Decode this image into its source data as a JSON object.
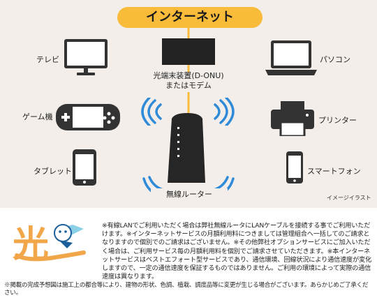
{
  "diagram": {
    "internet_label": "インターネット",
    "onu_label_line1": "光端末装置(D-ONU)",
    "onu_label_line2": "またはモデム",
    "router_label": "無線ルーター",
    "image_credit": "イメージイラスト",
    "devices": {
      "tv": "テレビ",
      "game": "ゲーム機",
      "tablet": "タブレット",
      "pc": "パソコン",
      "printer": "プリンター",
      "phone": "スマートフォン"
    },
    "colors": {
      "accent": "#f8bc3a",
      "background": "#f3eeea",
      "wifi": "#2f8bd8",
      "device": "#333333"
    }
  },
  "notes": {
    "main": "※有線LANでご利用いただく場合は弊社無線ルータにLANケーブルを接続する事でご利用いただけます。※インターネットサービスの月額利用料につきましては管理組合へ一括してのご請求となりますので個別でのご請求はございません。※その他弊社オプションサービスにご加入いただく場合は、ご利用サービス毎の月額利用料を個別でご請求させていただきます。※本インターネットサービスはベストエフォート型サービスであり、通信環境、回線状況により通信速度が変化しますので、一定の通信速度を保証するものではありません。ご利用の環境によって実際の通信速度は異なります。",
    "disclaimer": "※掲載の完成予想図は施工上の都合等により、建物の形状、色調、植栽、調度品等に変更が生じる場合がございます。あらかじめご了承ください。",
    "logo_text": "光"
  }
}
